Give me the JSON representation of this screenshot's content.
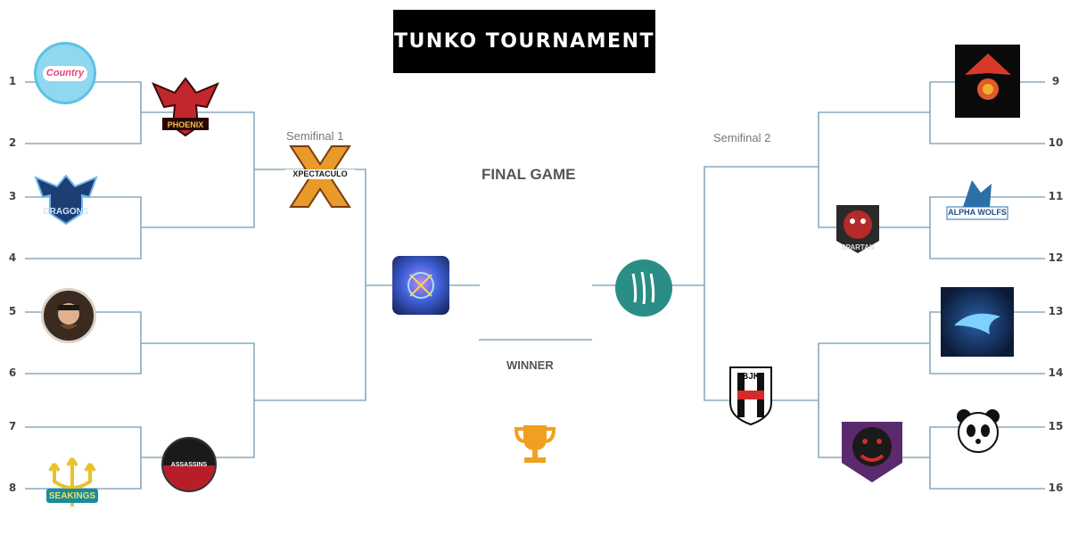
{
  "title": "TUNKO TOURNAMENT",
  "labels": {
    "semifinal_1": "Semifinal 1",
    "semifinal_2": "Semifinal 2",
    "final_game": "FINAL GAME",
    "winner": "WINNER"
  },
  "seeds": [
    "1",
    "2",
    "3",
    "4",
    "5",
    "6",
    "7",
    "8",
    "9",
    "10",
    "11",
    "12",
    "13",
    "14",
    "15",
    "16"
  ],
  "logos": {
    "seed1": {
      "text": "Country",
      "icon": "badge-logo"
    },
    "phoenix": {
      "text": "PHOENIX",
      "icon": "phoenix-logo"
    },
    "dragons": {
      "text": "DRAGONS",
      "icon": "dragon-logo"
    },
    "xpectaculo": {
      "text": "XPECTACULO",
      "icon": "x-logo"
    },
    "seed5": {
      "text": "",
      "icon": "character-logo"
    },
    "assassins": {
      "text": "ASSASSINS",
      "icon": "assassin-logo"
    },
    "seakings": {
      "text": "SEAKINGS",
      "icon": "trident-logo"
    },
    "finalist_left": {
      "text": "",
      "icon": "galaxy-logo"
    },
    "finalist_right": {
      "text": "",
      "icon": "claw-logo"
    },
    "seed9": {
      "text": "",
      "icon": "shield-logo"
    },
    "alpha_wolfs": {
      "text": "ALPHA WOLFS",
      "icon": "wolf-logo"
    },
    "spartan": {
      "text": "SPARTAN",
      "icon": "beast-logo"
    },
    "seed13": {
      "text": "",
      "icon": "shark-logo"
    },
    "bjk": {
      "text": "BJK",
      "icon": "crest-logo"
    },
    "gorilla": {
      "text": "",
      "icon": "gorilla-logo"
    },
    "panda": {
      "text": "",
      "icon": "panda-logo"
    }
  },
  "colors": {
    "line": "#8aaabd",
    "title_bg": "#000000",
    "trophy": "#f0a020"
  }
}
